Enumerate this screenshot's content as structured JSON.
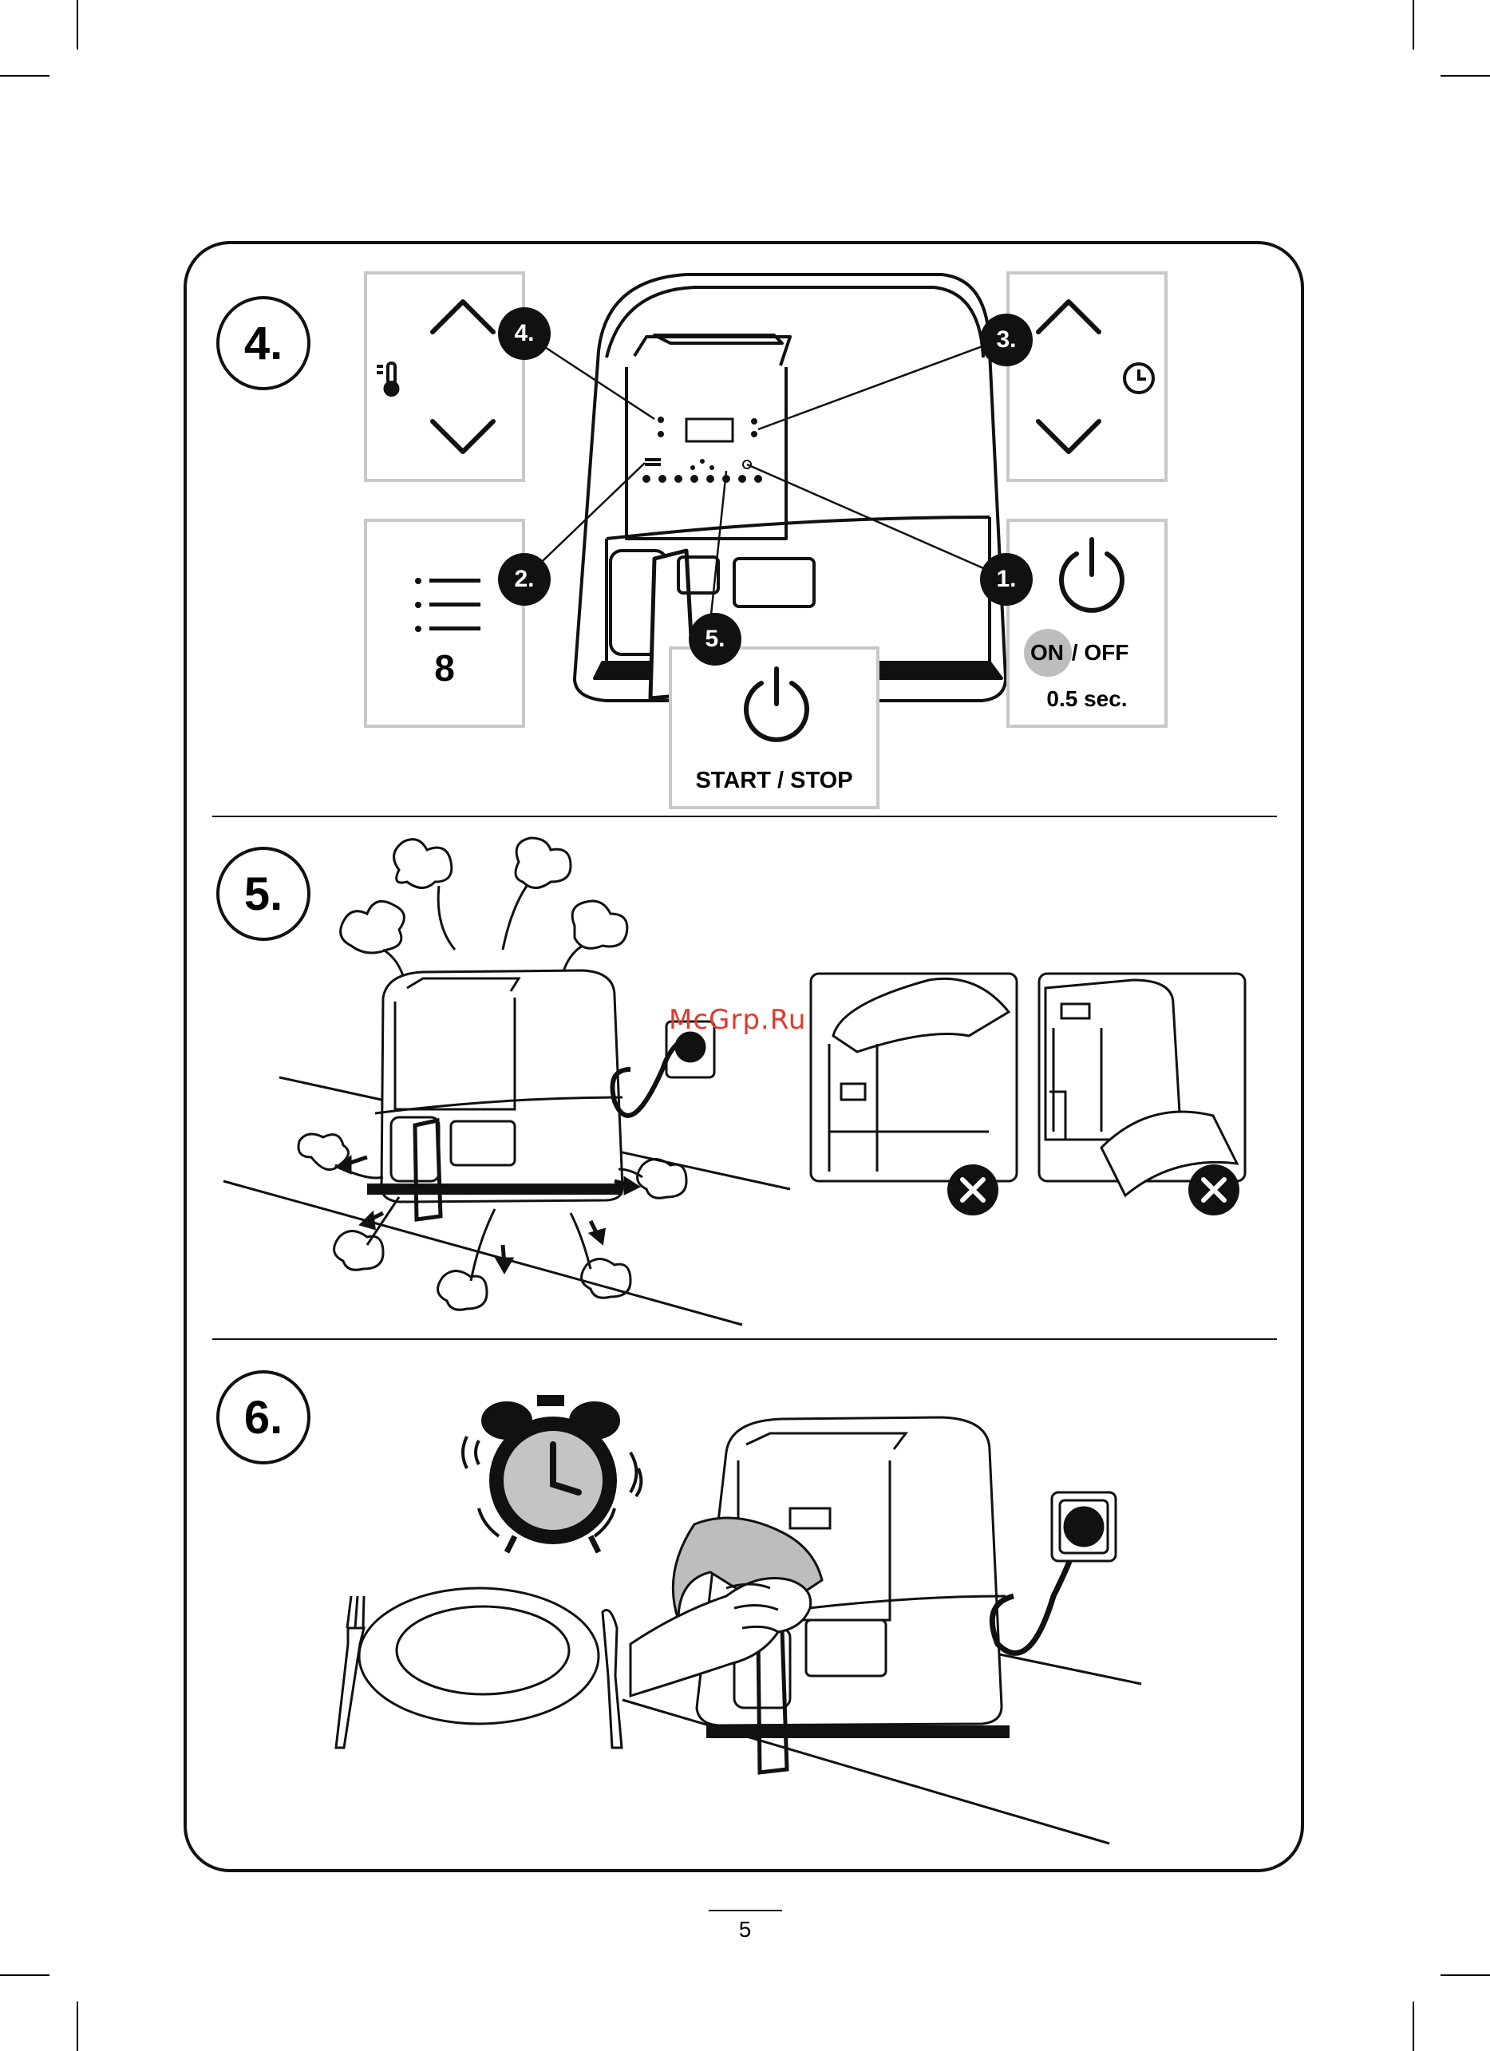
{
  "page_number": "5",
  "watermark": "McGrp.Ru",
  "steps": [
    {
      "number": "4."
    },
    {
      "number": "5."
    },
    {
      "number": "6."
    }
  ],
  "callouts": [
    "1.",
    "2.",
    "3.",
    "4.",
    "5."
  ],
  "panels": {
    "menu_count": "8",
    "start_stop": "START / STOP",
    "on_label": "ON",
    "off_label": " / OFF",
    "press_time": "0.5 sec."
  },
  "icons": {
    "temperature": "thermometer-icon",
    "timer": "clock-icon",
    "menu": "menu-list-icon",
    "power": "power-icon",
    "forbidden": "cross-circle-icon"
  },
  "colors": {
    "line": "#111111",
    "panel_border": "#c8c8c8",
    "on_highlight": "#bdbdbd",
    "clock_face": "#c4c4c4",
    "watermark": "#e03a2e"
  }
}
